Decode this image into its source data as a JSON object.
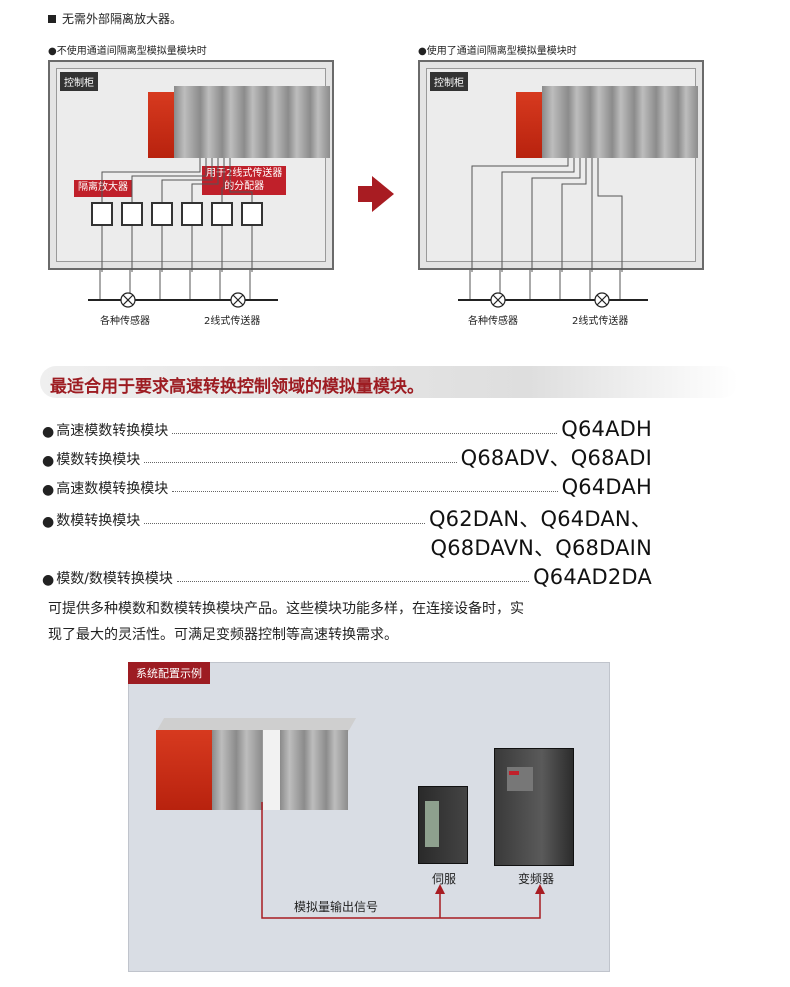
{
  "header": {
    "title": "无需外部隔离放大器。",
    "left_caption": "●不使用通道间隔离型模拟量模块时",
    "right_caption": "●使用了通道间隔离型模拟量模块时"
  },
  "left_diagram": {
    "cabinet_label": "控制柜",
    "isolator_tag": "隔离放大器",
    "distributor_tag_line1": "用于2线式传送器",
    "distributor_tag_line2": "的分配器",
    "sensor_label": "各种传感器",
    "transmitter_label": "2线式传送器"
  },
  "right_diagram": {
    "cabinet_label": "控制柜",
    "sensor_label": "各种传感器",
    "transmitter_label": "2线式传送器"
  },
  "banner": {
    "text": "最适合用于要求高速转换控制领域的模拟量模块。"
  },
  "modules": [
    {
      "name": "高速模数转换模块",
      "model": "Q64ADH"
    },
    {
      "name": "模数转换模块",
      "model": "Q68ADV、Q68ADI"
    },
    {
      "name": "高速数模转换模块",
      "model": "Q64DAH"
    },
    {
      "name": "数模转换模块",
      "model": "Q62DAN、Q64DAN、",
      "model_line2": "Q68DAVN、Q68DAIN"
    },
    {
      "name": "模数/数模转换模块",
      "model": "Q64AD2DA"
    }
  ],
  "description": {
    "line1": "可提供多种模数和数模转换模块产品。这些模块功能多样，在连接设备时，实",
    "line2": "现了最大的灵活性。可满足变频器控制等高速转换需求。"
  },
  "system_example": {
    "tag": "系统配置示例",
    "servo_label": "伺服",
    "inverter_label": "变频器",
    "signal_label": "模拟量输出信号"
  },
  "colors": {
    "accent_red": "#9d1c22",
    "plc_red": "#c8280f",
    "frame_bg": "#d9dde4"
  }
}
